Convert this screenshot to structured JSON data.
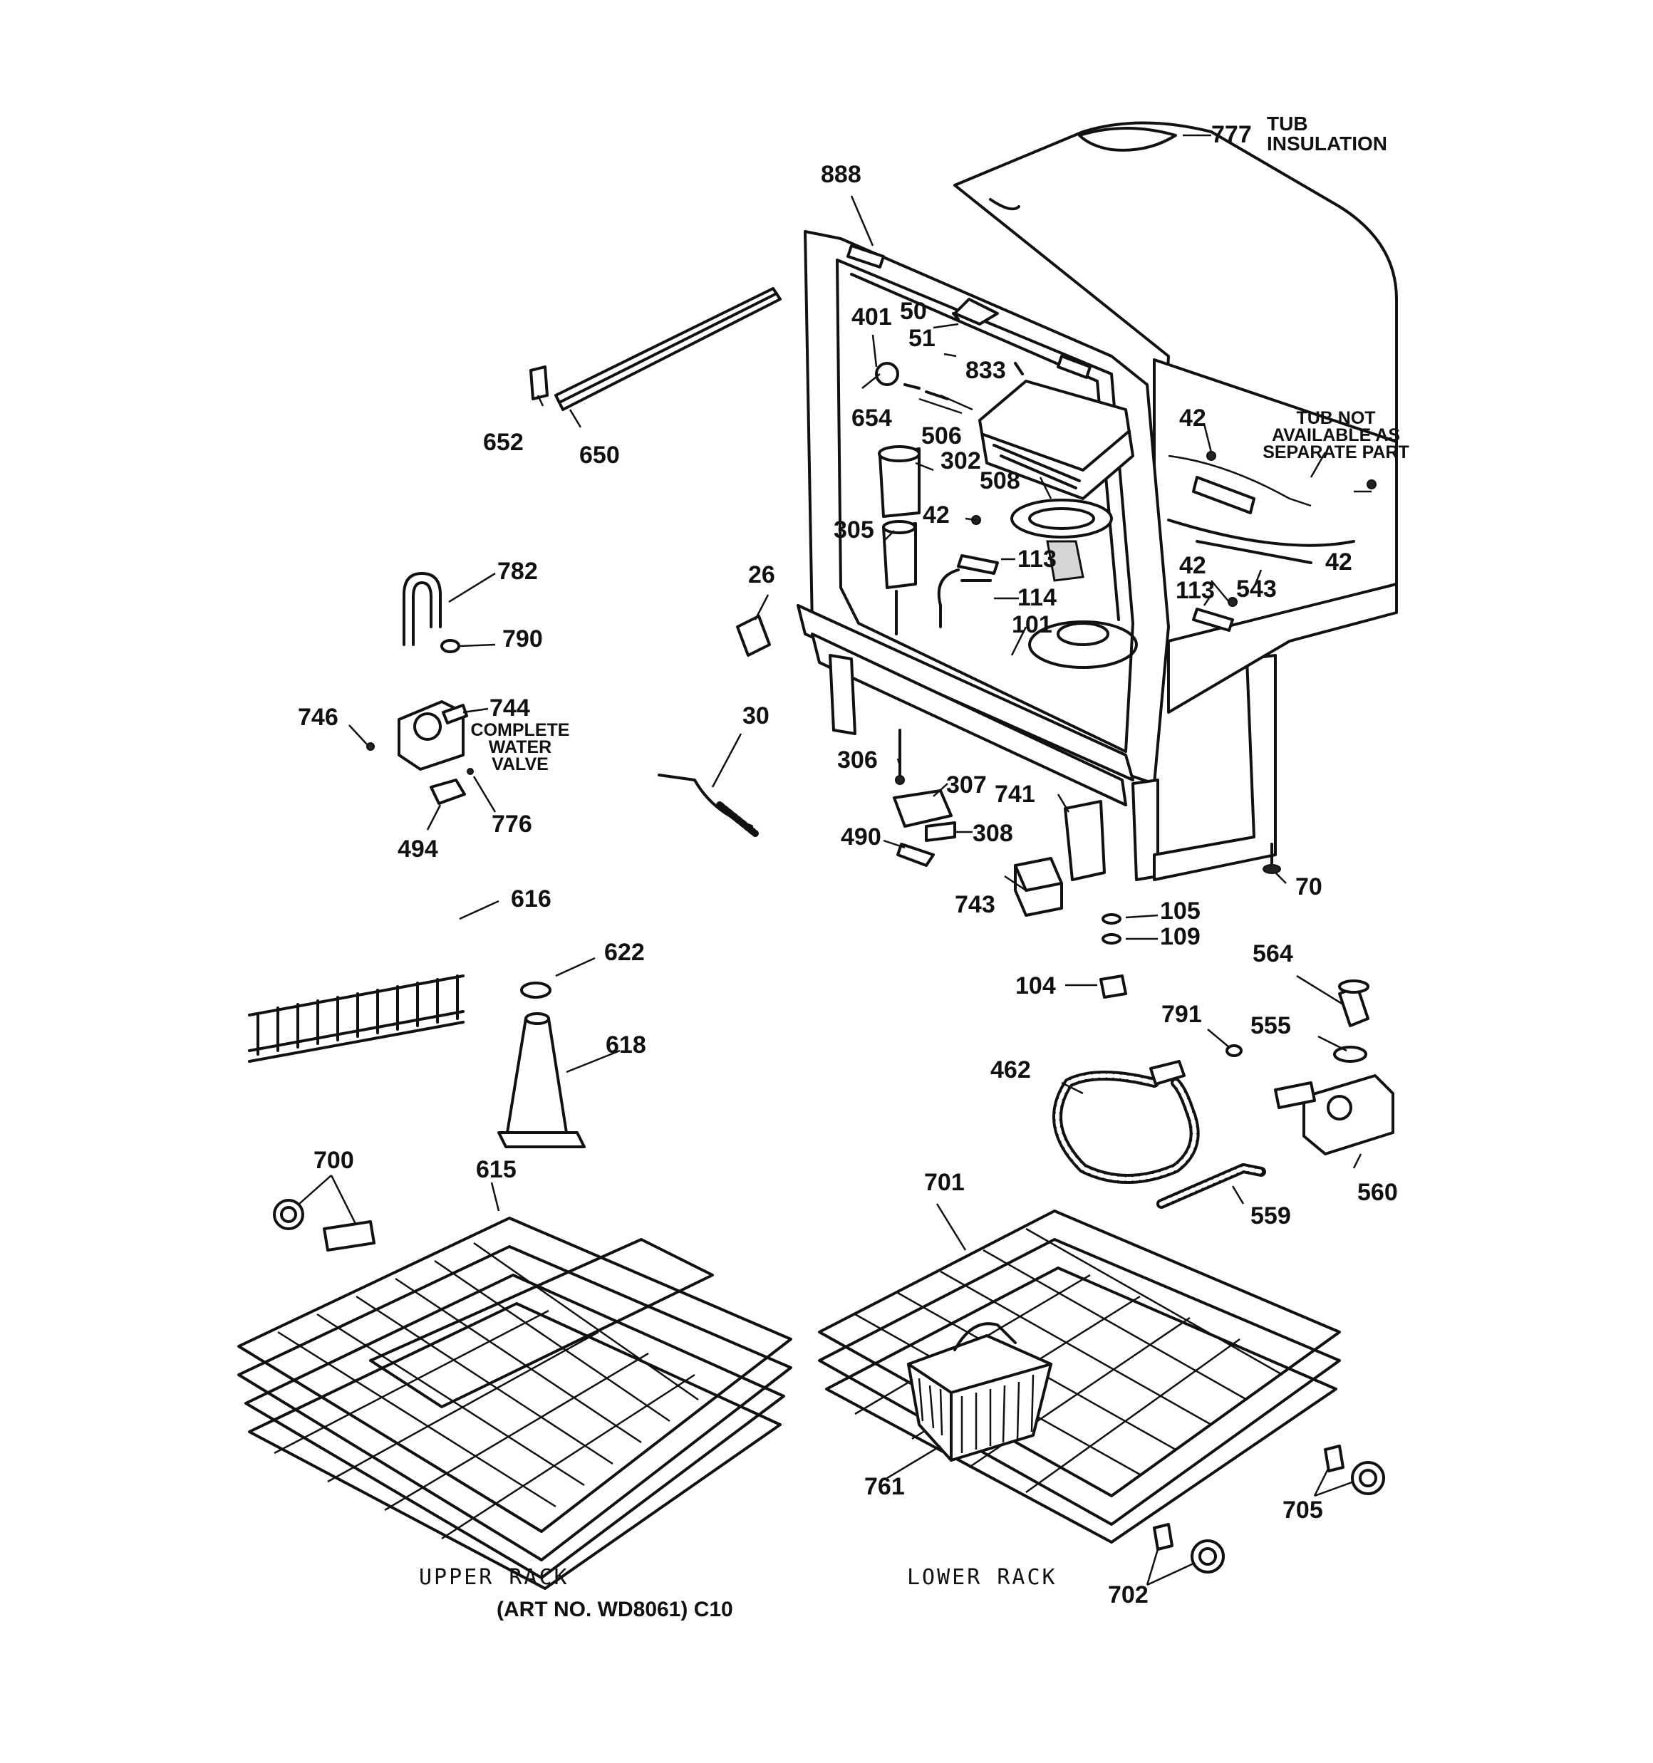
{
  "callouts": {
    "c777": "777",
    "tub_insulation_1": "TUB",
    "tub_insulation_2": "INSULATION",
    "c888": "888",
    "c401": "401",
    "c50": "50",
    "c51": "51",
    "c833": "833",
    "c654": "654",
    "c506": "506",
    "c302": "302",
    "c508": "508",
    "c42a": "42",
    "c305": "305",
    "c113a": "113",
    "c114": "114",
    "c101": "101",
    "c42b": "42",
    "tub_note_1": "TUB NOT",
    "tub_note_2": "AVAILABLE AS",
    "tub_note_3": "SEPARATE PART",
    "c42c": "42",
    "c42d": "42",
    "c113b": "113",
    "c543": "543",
    "c652": "652",
    "c650": "650",
    "c782": "782",
    "c790": "790",
    "c26": "26",
    "c746": "746",
    "c744": "744",
    "valve_1": "COMPLETE",
    "valve_2": "WATER",
    "valve_3": "VALVE",
    "c30": "30",
    "c776": "776",
    "c494": "494",
    "c306": "306",
    "c307": "307",
    "c741": "741",
    "c308": "308",
    "c490": "490",
    "c743": "743",
    "c70": "70",
    "c105": "105",
    "c109": "109",
    "c616": "616",
    "c622": "622",
    "c104": "104",
    "c564": "564",
    "c618": "618",
    "c791": "791",
    "c555": "555",
    "c462": "462",
    "c560": "560",
    "c700": "700",
    "c615": "615",
    "c701": "701",
    "c559": "559",
    "c761": "761",
    "c705": "705",
    "c702": "702"
  },
  "captions": {
    "upper_rack": "UPPER RACK",
    "lower_rack": "LOWER RACK",
    "art_no": "(ART NO. WD8061) C10"
  }
}
